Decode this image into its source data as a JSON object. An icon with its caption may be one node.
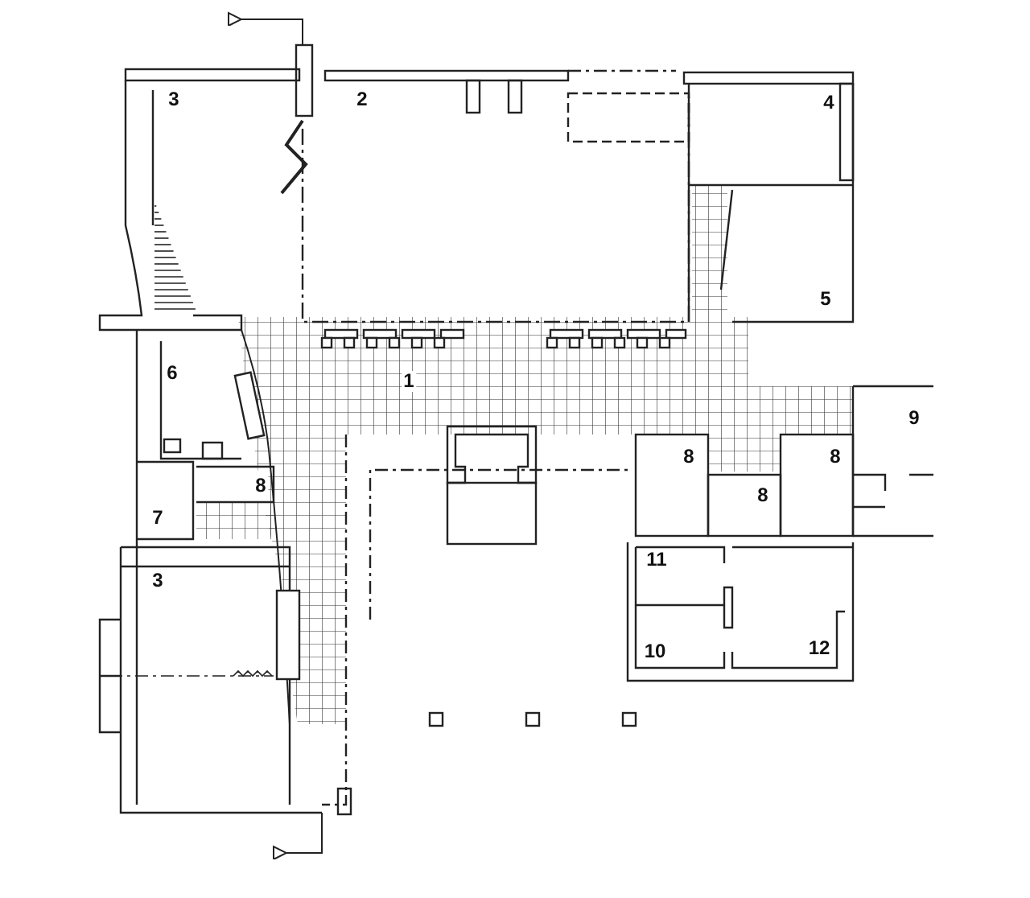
{
  "diagram": {
    "labels": [
      "3",
      "2",
      "4",
      "5",
      "6",
      "1",
      "9",
      "8",
      "8",
      "8",
      "8",
      "7",
      "3",
      "11",
      "10",
      "12"
    ]
  }
}
